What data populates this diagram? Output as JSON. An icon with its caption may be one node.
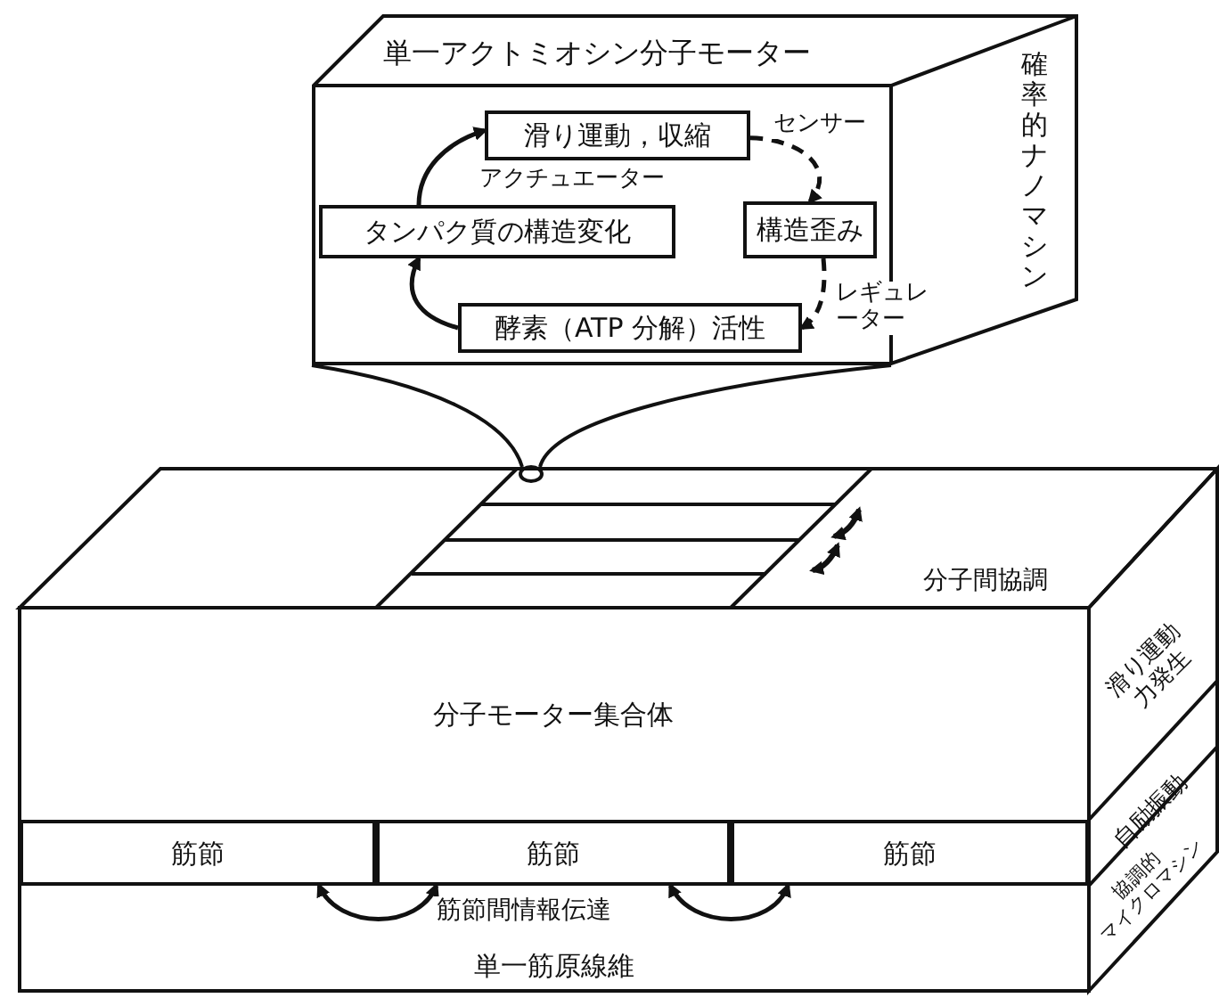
{
  "diagram": {
    "nodes": [
      {
        "text": [
          "単一アクトミオシン分子モーター",
          "確率的ナノマシン"
        ]
      },
      {
        "text": [
          "滑り運動，収縮"
        ],
        "in": 0
      },
      {
        "text": [
          "構造歪み"
        ],
        "in": 0
      },
      {
        "text": [
          "酵素（ATP 分解）活性"
        ],
        "in": 0
      },
      {
        "text": [
          "タンパク質の構造変化"
        ],
        "in": 0
      },
      {
        "text": [
          "分子モーター集合体"
        ]
      },
      {
        "text": [
          "筋節"
        ]
      },
      {
        "text": [
          "筋節"
        ]
      },
      {
        "text": [
          "筋節"
        ]
      },
      {
        "text": [
          "単一筋原線維"
        ]
      }
    ],
    "edges": [
      {
        "from": 1,
        "to": 2,
        "arrow": "to",
        "label": "センサー",
        "style": "dashed"
      },
      {
        "from": 2,
        "to": 3,
        "arrow": "to",
        "label": "レギュレーター",
        "style": "dashed"
      },
      {
        "from": 3,
        "to": 4,
        "arrow": "to"
      },
      {
        "from": 4,
        "to": 1,
        "arrow": "to",
        "label": "アクチュエーター"
      },
      {
        "from": 6,
        "to": 7,
        "arrow": "both"
      },
      {
        "from": 7,
        "to": 8,
        "arrow": "both"
      }
    ],
    "labels": [
      "分子間協調",
      "筋節間情報伝達",
      "滑り運動力発生",
      "自励振動",
      "協調的マイクロマシン"
    ]
  }
}
